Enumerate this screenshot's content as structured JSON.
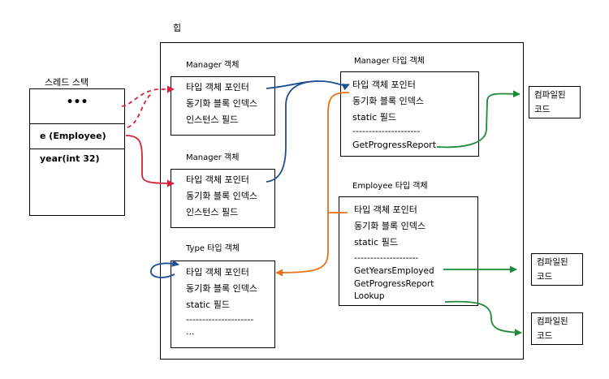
{
  "heap": {
    "title": "힙"
  },
  "thread_stack": {
    "title": "스레드 스택",
    "items": [
      "•••",
      "e (Employee)",
      "year(int 32)"
    ]
  },
  "manager_obj_1": {
    "label": "Manager 객체",
    "lines": [
      "타입 객체 포인터",
      "동기화 블록 인덱스",
      "인스턴스 필드"
    ]
  },
  "manager_obj_2": {
    "label": "Manager 객체",
    "lines": [
      "타입 객체 포인터",
      "동기화 블록 인덱스",
      "인스턴스 필드"
    ]
  },
  "type_type_obj": {
    "label": "Type 타입 객체",
    "lines": [
      "타입 객체 포인터",
      "동기화 블록 인덱스",
      "static 필드",
      "---------------------",
      "..."
    ]
  },
  "manager_type_obj": {
    "label": "Manager 타입 객체",
    "lines": [
      "타입 객체 포인터",
      "동기화 블록 인덱스",
      "static 필드",
      "---------------------",
      "GetProgressReport"
    ]
  },
  "employee_type_obj": {
    "label": "Employee 타입 객체",
    "lines": [
      "타입 객체 포인터",
      "동기화 블록 인덱스",
      "static 필드",
      "--------------------"
    ],
    "methods": [
      "GetYearsEmployed",
      "GetProgressReport",
      "Lookup"
    ]
  },
  "compiled_code": {
    "lines": [
      "컴파일된",
      "코드"
    ]
  },
  "colors": {
    "red": "#d6213a",
    "blue": "#1b4f91",
    "orange": "#e8721c",
    "green": "#1f8a3a"
  }
}
